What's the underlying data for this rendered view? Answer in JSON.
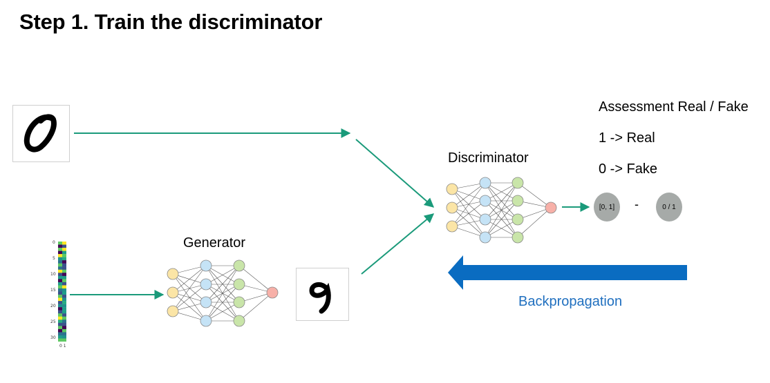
{
  "title": "Step 1. Train the discriminator",
  "generator_label": "Generator",
  "discriminator_label": "Discriminator",
  "assessment": {
    "heading": "Assessment Real / Fake",
    "real_rule": "1 -> Real",
    "fake_rule": "0 -> Fake"
  },
  "output": {
    "prediction_text": "[0, 1]",
    "operator": "-",
    "target_text": "0 / 1"
  },
  "backprop_label": "Backpropagation",
  "noise_axis": {
    "y_ticks": [
      "0",
      "5",
      "10",
      "15",
      "20",
      "25",
      "30"
    ],
    "x_ticks": "0 1"
  },
  "colors": {
    "arrow_green": "#1a9a7a",
    "backprop_blue": "#0a6cc1",
    "input_node": "#fbe5a6",
    "hidden1_node": "#c5e3f6",
    "hidden2_node": "#c9e5a9",
    "output_node": "#f7b0a8",
    "gray_output": "#a6aaa8"
  }
}
